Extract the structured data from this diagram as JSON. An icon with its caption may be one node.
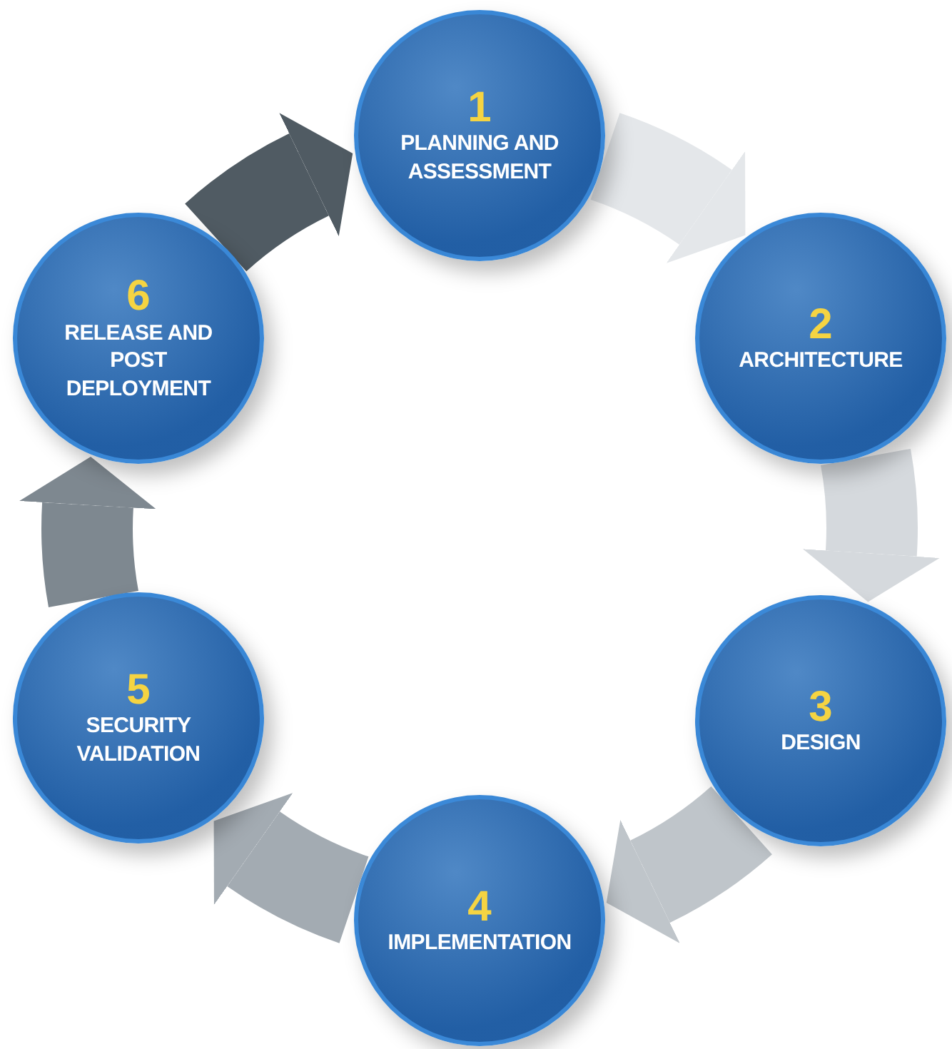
{
  "diagram": {
    "nodes": [
      {
        "text": [
          "1",
          "PLANNING AND ASSESSMENT"
        ]
      },
      {
        "text": [
          "2",
          "ARCHITECTURE"
        ]
      },
      {
        "text": [
          "3",
          "DESIGN"
        ]
      },
      {
        "text": [
          "4",
          "IMPLEMENTATION"
        ]
      },
      {
        "text": [
          "5",
          "SECURITY VALIDATION"
        ]
      },
      {
        "text": [
          "6",
          "RELEASE AND POST DEPLOYMENT"
        ]
      }
    ],
    "edges": [
      {
        "from": 0,
        "to": 1,
        "arrow": "to",
        "color": "#e4e7ea"
      },
      {
        "from": 1,
        "to": 2,
        "arrow": "to",
        "color": "#d5d9dd"
      },
      {
        "from": 2,
        "to": 3,
        "arrow": "to",
        "color": "#bfc5ca"
      },
      {
        "from": 3,
        "to": 4,
        "arrow": "to",
        "color": "#a3abb2"
      },
      {
        "from": 4,
        "to": 5,
        "arrow": "to",
        "color": "#7e8890"
      },
      {
        "from": 5,
        "to": 0,
        "arrow": "to",
        "color": "#505b63"
      }
    ]
  }
}
